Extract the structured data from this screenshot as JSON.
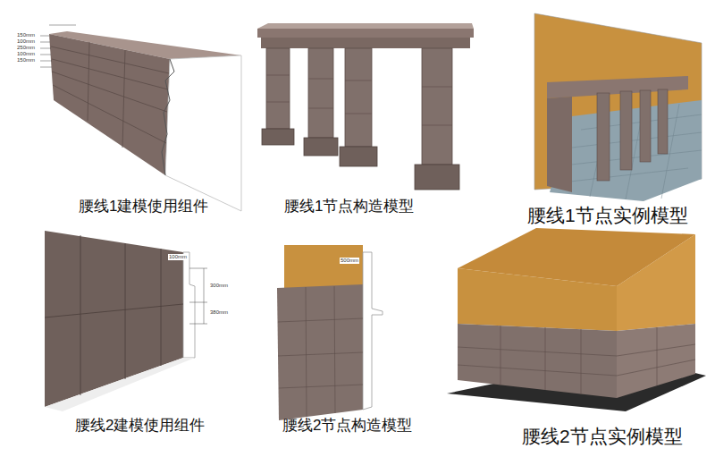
{
  "diagram": {
    "labels": [
      "腰线1建模使用组件",
      "腰线1节点构造模型",
      "腰线1节点实例模型",
      "腰线2建模使用组件",
      "腰线2节点构造模型",
      "腰线2节点实例模型",
      "150mm",
      "100mm",
      "250mm",
      "100mm",
      "150mm",
      "100mm",
      "300mm",
      "380mm",
      "500mm"
    ]
  }
}
